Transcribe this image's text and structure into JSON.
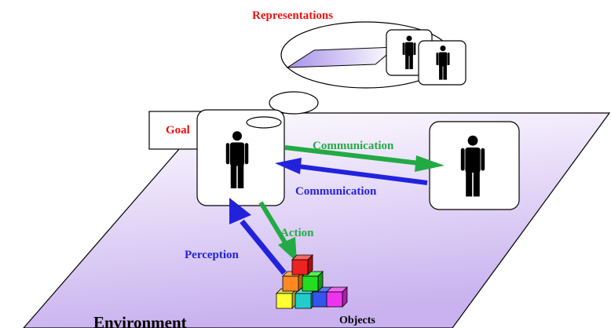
{
  "labels": {
    "representations": "Representations",
    "goal": "Goal",
    "communication_out": "Communication",
    "communication_in": "Communication",
    "action": "Action",
    "perception": "Perception",
    "objects": "Objects",
    "environment": "Environment"
  },
  "colors": {
    "red_label": "#ee1111",
    "green": "#22aa44",
    "blue": "#2222dd",
    "environment_fill_top": "#ffffff",
    "environment_fill_bottom": "#cdb6ef",
    "representation_plane": "#b9a6ee"
  },
  "icons": {
    "agent": "person-icon",
    "cubes": "cube-stack-icon"
  }
}
